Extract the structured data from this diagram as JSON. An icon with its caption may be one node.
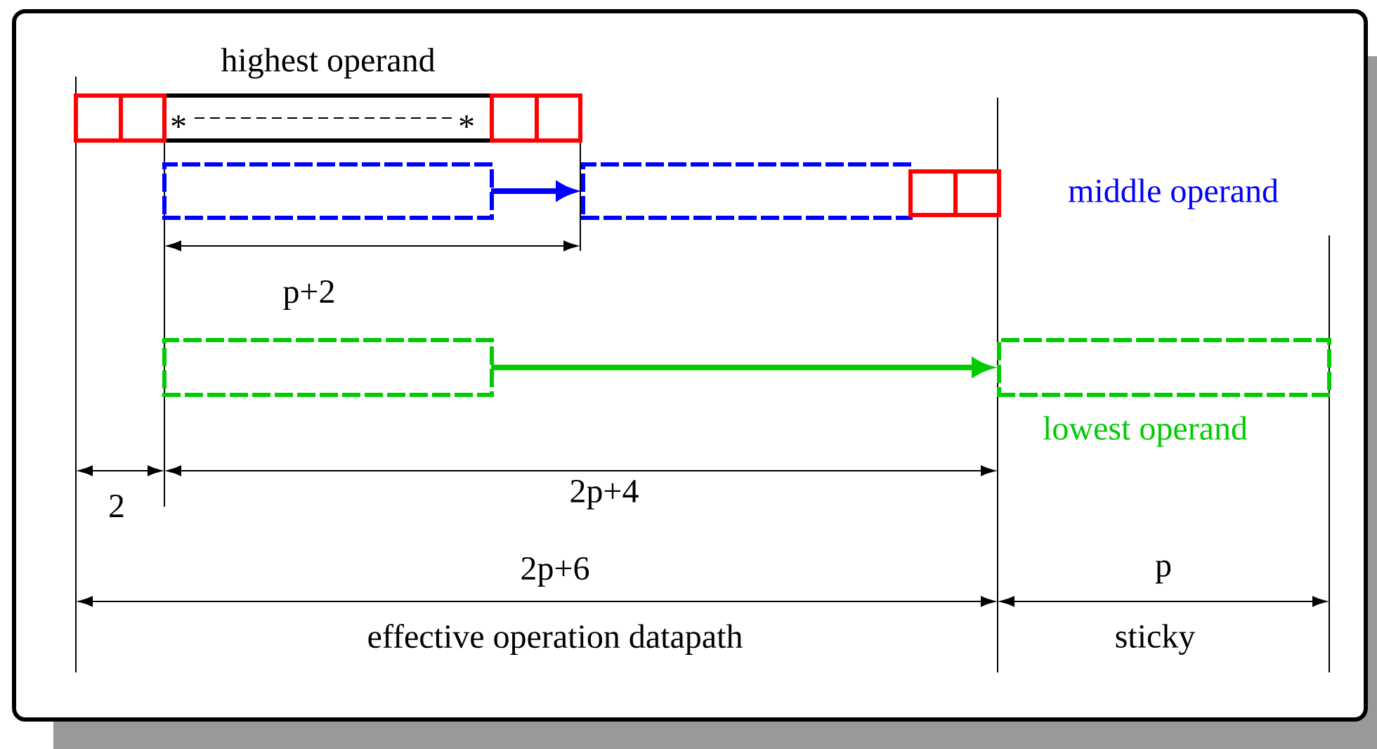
{
  "diagram": {
    "nodes": [
      {
        "text": [
          "highest operand",
          "*",
          "*"
        ]
      },
      {
        "text": [],
        "shape": "box"
      },
      {
        "text": [],
        "shape": "box"
      },
      {
        "text": [],
        "shape": "box"
      },
      {
        "text": [],
        "shape": "box"
      },
      {
        "text": [],
        "shape": "box"
      },
      {
        "text": [],
        "shape": "box"
      },
      {
        "text": [],
        "shape": "box"
      },
      {
        "text": [],
        "shape": "box"
      },
      {
        "text": [],
        "shape": "box"
      },
      {
        "text": [],
        "shape": "box",
        "beside": [
          "lowest operand"
        ]
      }
    ],
    "edges": [
      {
        "from": 5,
        "to": 6,
        "arrow": "to",
        "color": "#0000ff"
      },
      {
        "from": 9,
        "to": 10,
        "arrow": "to",
        "color": "#00cc00"
      }
    ],
    "labels": [
      "middle operand",
      "p+2",
      "2",
      "2p+4",
      "2p+6",
      "p",
      "effective operation datapath",
      "sticky"
    ]
  }
}
